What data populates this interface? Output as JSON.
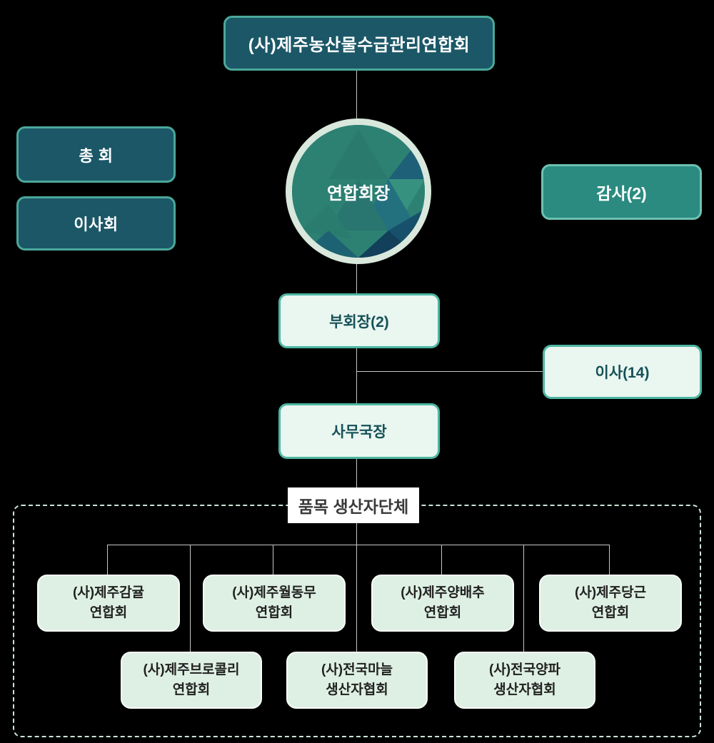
{
  "org": {
    "root_label": "(사)제주농산물수급관리연합회",
    "general_assembly": "총 회",
    "board": "이사회",
    "auditor": "감사(2)",
    "chairman": "연합회장",
    "vice_chairman": "부회장(2)",
    "directors": "이사(14)",
    "secretary_general": "사무국장",
    "producer_group_title": "품목 생산자단체",
    "producer_groups": {
      "row1": [
        {
          "line1": "(사)제주감귤",
          "line2": "연합회"
        },
        {
          "line1": "(사)제주월동무",
          "line2": "연합회"
        },
        {
          "line1": "(사)제주양배추",
          "line2": "연합회"
        },
        {
          "line1": "(사)제주당근",
          "line2": "연합회"
        }
      ],
      "row2": [
        {
          "line1": "(사)제주브로콜리",
          "line2": "연합회"
        },
        {
          "line1": "(사)전국마늘",
          "line2": "생산자협회"
        },
        {
          "line1": "(사)전국양파",
          "line2": "생산자협회"
        }
      ]
    }
  },
  "colors": {
    "background": "#000000",
    "dark_box_fill": "#1b5767",
    "dark_box_border": "#4aa89a",
    "audit_box_fill": "#2b8b80",
    "audit_box_border": "#6dc2b2",
    "light_box_fill": "#eaf6f0",
    "light_box_border": "#4db6a3",
    "light_box_text": "#155158",
    "green_box_fill": "#def0e3",
    "circle_ring": "#d9e8dc",
    "circle_fill": "#2c8173",
    "connector_line": "#c6c6c6",
    "dotted_border": "#cbe5d6",
    "label_bg": "#ffffff"
  }
}
